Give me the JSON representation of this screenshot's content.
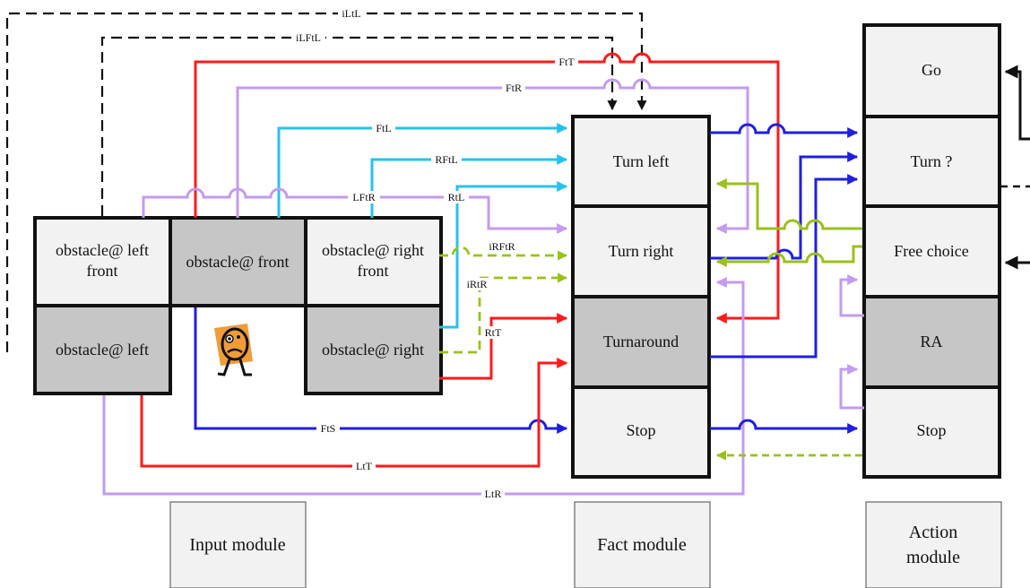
{
  "colors": {
    "red": "#ff1a1a",
    "blue": "#1f1fe0",
    "cyan": "#26c2ee",
    "lavender": "#c39bf0",
    "green": "#99c21a",
    "black": "#111111",
    "cell_light": "#f2f2f2",
    "cell_dark": "#c6c6c6"
  },
  "input_module": {
    "label": "Input module",
    "cells": {
      "left_front": [
        "obstacle@ left",
        "front"
      ],
      "front": [
        "obstacle@ front"
      ],
      "right_front": [
        "obstacle@ right",
        "front"
      ],
      "left": [
        "obstacle@ left"
      ],
      "right": [
        "obstacle@ right"
      ]
    },
    "robot_icon": "robot-face-icon"
  },
  "fact_module": {
    "label": "Fact module",
    "cells": {
      "turn_left": "Turn left",
      "turn_right": "Turn right",
      "turnaround": "Turnaround",
      "stop": "Stop"
    }
  },
  "action_module": {
    "label": [
      "Action",
      "module"
    ],
    "cells": {
      "go": "Go",
      "turn": "Turn ?",
      "free_choice": "Free choice",
      "ra": "RA",
      "stop": "Stop"
    }
  },
  "edge_labels": {
    "iLtL": "iLtL",
    "iLFtL": "iLFtL",
    "FtT": "FtT",
    "FtR": "FtR",
    "FtL": "FtL",
    "RFtL": "RFtL",
    "LFtR": "LFtR",
    "RtL": "RtL",
    "iRFtR": "iRFtR",
    "iRtR": "iRtR",
    "RtT": "RtT",
    "FtS": "FtS",
    "LtT": "LtT",
    "LtR": "LtR"
  }
}
